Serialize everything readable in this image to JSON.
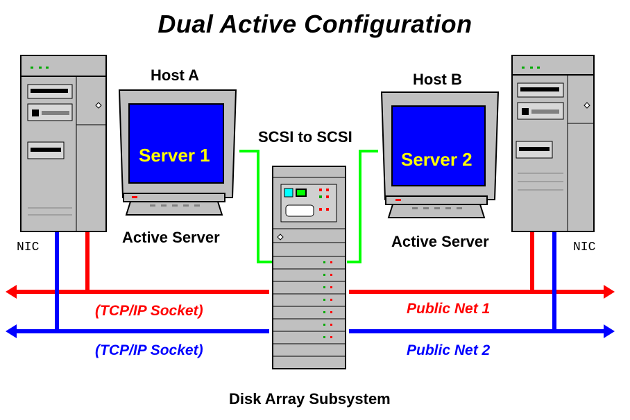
{
  "title": "Dual Active Configuration",
  "host_a": {
    "host_label": "Host A",
    "server_label": "Server 1",
    "role": "Active Server",
    "nic_label": "NIC"
  },
  "host_b": {
    "host_label": "Host B",
    "server_label": "Server 2",
    "role": "Active Server",
    "nic_label": "NIC"
  },
  "link_label": "SCSI to SCSI",
  "storage_label": "Disk Array Subsystem",
  "networks": {
    "left_red": "(TCP/IP Socket)",
    "left_blue": "(TCP/IP Socket)",
    "right_red": "Public Net 1",
    "right_blue": "Public Net 2"
  },
  "colors": {
    "red_net": "#ff0000",
    "blue_net": "#0000ff",
    "scsi_link": "#00ff00",
    "screen": "#0000ff",
    "screen_text": "#ffff00",
    "chassis": "#c0c0c0"
  }
}
